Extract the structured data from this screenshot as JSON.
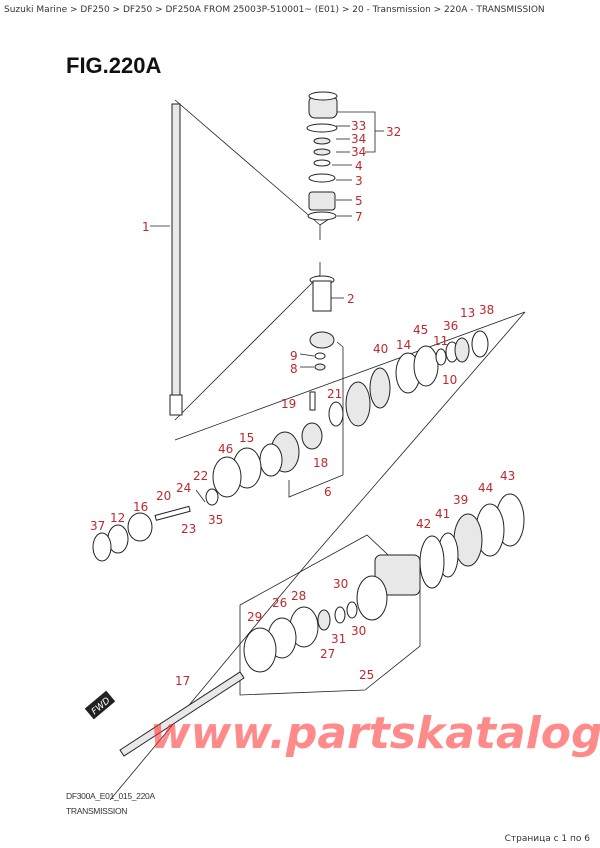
{
  "breadcrumb": "Suzuki Marine > DF250 > DF250 > DF250A FROM 25003P-510001~ (E01) > 20 - Transmission > 220A - TRANSMISSION",
  "figure_title": "FIG.220A",
  "drawing_code": "DF300A_E01_015_220A",
  "drawing_title": "TRANSMISSION",
  "pager": "Страница с 1 по 6",
  "watermark": "www.partskatalog.ru",
  "fwd_badge": "FWD",
  "callouts": [
    "33",
    "34",
    "34",
    "4",
    "3",
    "5",
    "7",
    "32",
    "1",
    "2",
    "9",
    "8",
    "21",
    "19",
    "18",
    "6",
    "40",
    "14",
    "45",
    "11",
    "36",
    "13",
    "38",
    "10",
    "15",
    "46",
    "22",
    "24",
    "20",
    "16",
    "12",
    "37",
    "35",
    "23",
    "43",
    "44",
    "39",
    "41",
    "42",
    "30",
    "26",
    "28",
    "29",
    "30",
    "31",
    "27",
    "25",
    "17"
  ],
  "colors": {
    "callout": "#c0282d",
    "watermark": "#ff2a2a"
  }
}
